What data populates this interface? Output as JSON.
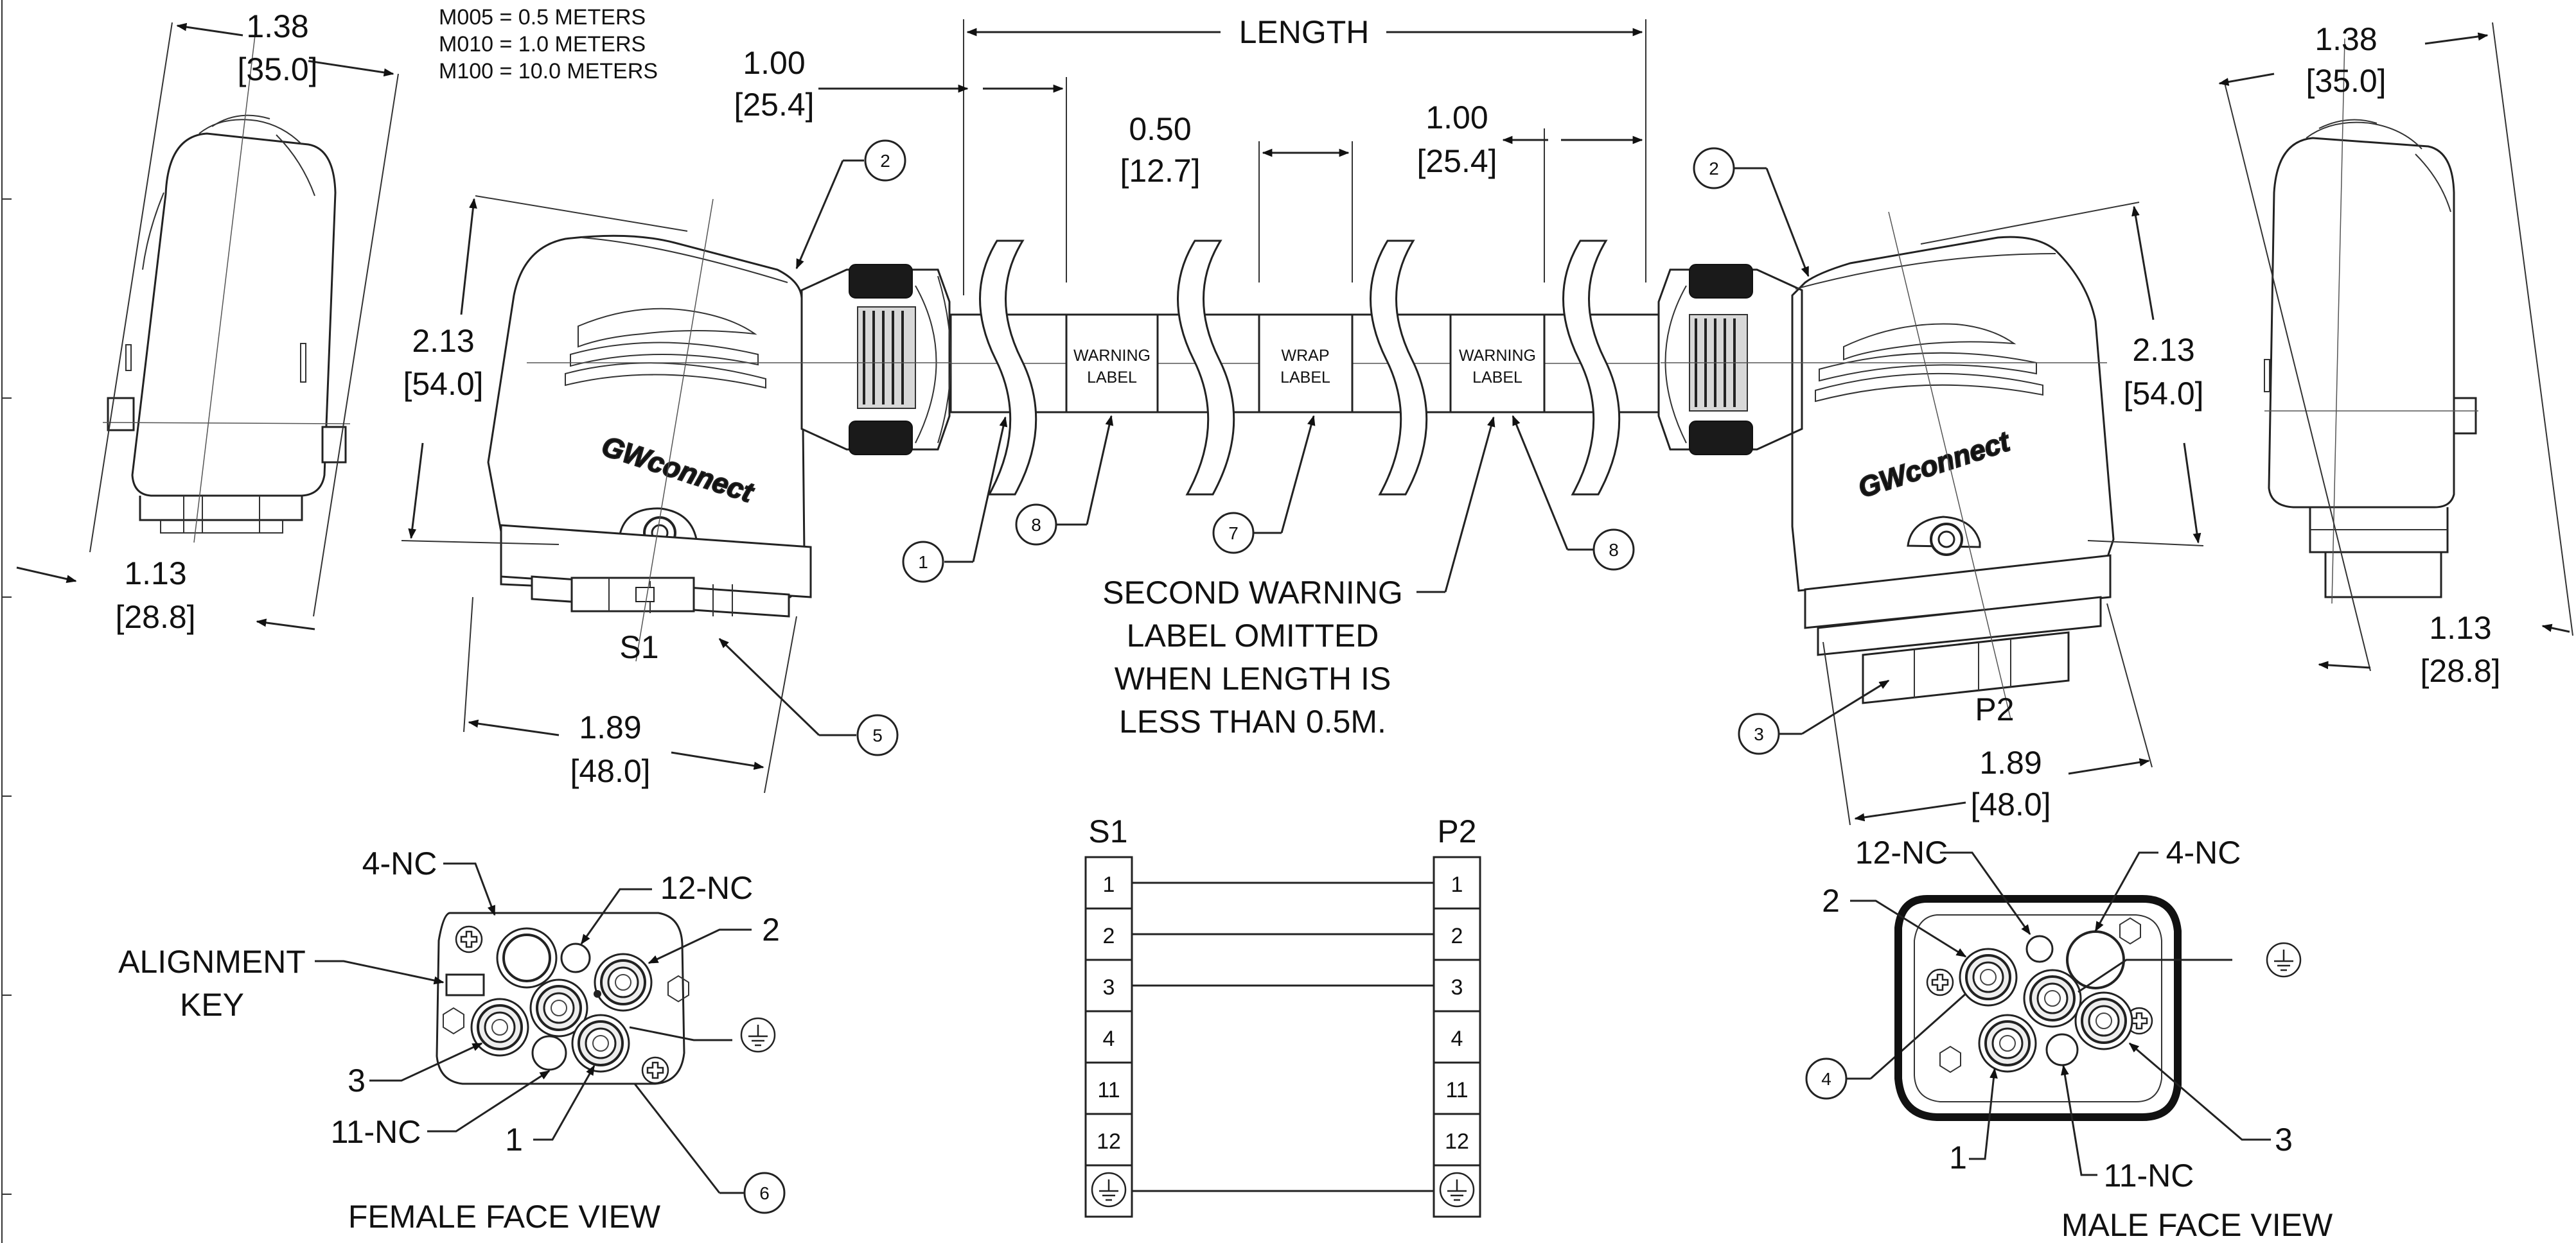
{
  "notes": {
    "m005": "M005 = 0.5 METERS",
    "m010": "M010 = 1.0 METERS",
    "m100": "M100 = 10.0 METERS"
  },
  "dims": {
    "length": "LENGTH",
    "left_width_in": "1.38",
    "left_width_mm": "[35.0]",
    "left_depth_in": "1.13",
    "left_depth_mm": "[28.8]",
    "right_width_in": "1.38",
    "right_width_mm": "[35.0]",
    "right_depth_in": "1.13",
    "right_depth_mm": "[28.8]",
    "label1_in": "1.00",
    "label1_mm": "[25.4]",
    "label_gap_in": "0.50",
    "label_gap_mm": "[12.7]",
    "label2_in": "1.00",
    "label2_mm": "[25.4]",
    "left_height_in": "2.13",
    "left_height_mm": "[54.0]",
    "right_height_in": "2.13",
    "right_height_mm": "[54.0]",
    "left_base_in": "1.89",
    "left_base_mm": "[48.0]",
    "right_base_in": "1.89",
    "right_base_mm": "[48.0]"
  },
  "cable_labels": {
    "warning1_l1": "WARNING",
    "warning1_l2": "LABEL",
    "wrap_l1": "WRAP",
    "wrap_l2": "LABEL",
    "warning2_l1": "WARNING",
    "warning2_l2": "LABEL"
  },
  "brand": "GWconnect",
  "connectors": {
    "left": "S1",
    "right": "P2"
  },
  "note_lines": [
    "SECOND WARNING",
    "LABEL OMITTED",
    "WHEN LENGTH IS",
    "LESS THAN 0.5M."
  ],
  "balloons": {
    "b1": "1",
    "b2_left": "2",
    "b2_right": "2",
    "b3": "3",
    "b4": "4",
    "b5": "5",
    "b6": "6",
    "b7": "7",
    "b8_left": "8",
    "b8_right": "8"
  },
  "wiring": {
    "left_header": "S1",
    "right_header": "P2",
    "pins": [
      "1",
      "2",
      "3",
      "4",
      "11",
      "12"
    ],
    "connected": [
      true,
      true,
      true,
      false,
      false,
      false,
      true
    ]
  },
  "female_face": {
    "title": "FEMALE FACE VIEW",
    "pin4": "4-NC",
    "pin12": "12-NC",
    "pin2": "2",
    "align1": "ALIGNMENT",
    "align2": "KEY",
    "pin3": "3",
    "pin11": "11-NC",
    "pin1": "1"
  },
  "male_face": {
    "title": "MALE FACE VIEW",
    "pin12": "12-NC",
    "pin4": "4-NC",
    "pin2": "2",
    "pin1": "1",
    "pin11": "11-NC",
    "pin3": "3"
  },
  "ground_symbol": "ground-icon"
}
